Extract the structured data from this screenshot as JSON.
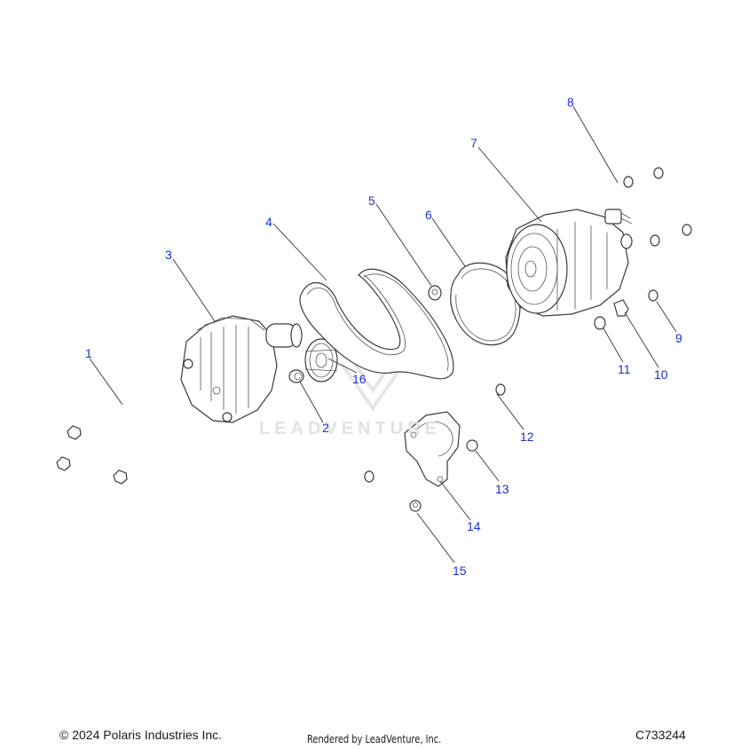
{
  "watermark": "LEADVENTURE",
  "footer": {
    "copyright": "© 2024 Polaris Industries Inc.",
    "rendered_by": "Rendered by LeadVenture, Inc.",
    "diagram_code": "C733244"
  },
  "callouts": [
    {
      "id": "1",
      "label": "1"
    },
    {
      "id": "2",
      "label": "2"
    },
    {
      "id": "3",
      "label": "3"
    },
    {
      "id": "4",
      "label": "4"
    },
    {
      "id": "5",
      "label": "5"
    },
    {
      "id": "6",
      "label": "6"
    },
    {
      "id": "7",
      "label": "7"
    },
    {
      "id": "8",
      "label": "8"
    },
    {
      "id": "9",
      "label": "9"
    },
    {
      "id": "10",
      "label": "10"
    },
    {
      "id": "11",
      "label": "11"
    },
    {
      "id": "12",
      "label": "12"
    },
    {
      "id": "13",
      "label": "13"
    },
    {
      "id": "14",
      "label": "14"
    },
    {
      "id": "15",
      "label": "15"
    },
    {
      "id": "16",
      "label": "16"
    }
  ],
  "colors": {
    "callout": "#1f2fd0",
    "line": "#333333",
    "watermark": "#e2e2e2"
  }
}
